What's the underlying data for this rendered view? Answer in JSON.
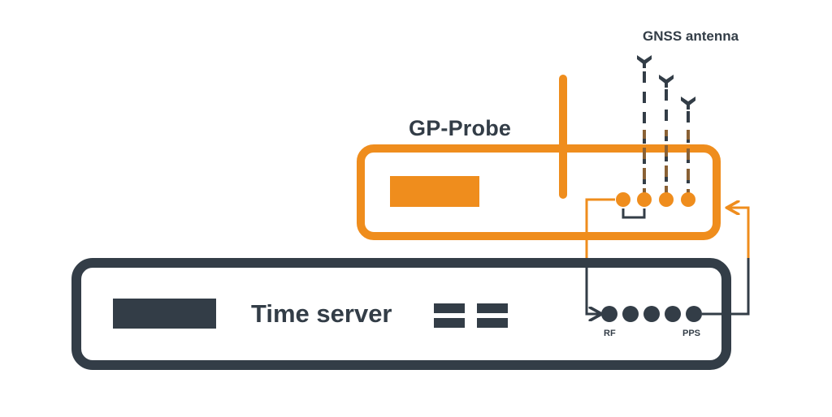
{
  "colors": {
    "probe_accent": "#ef8d1d",
    "server_dark": "#333d47",
    "cable_dashed": "#8a6135",
    "background": "#ffffff"
  },
  "probe": {
    "label": "GP-Probe",
    "display_icon": "display-rectangle",
    "port_count": 4
  },
  "server": {
    "label": "Time server",
    "display_icon": "display-rectangle",
    "vent_icon": "vent-slots",
    "port_count": 5,
    "ports": {
      "rf_label": "RF",
      "pps_label": "PPS"
    }
  },
  "antenna": {
    "label": "GNSS antenna",
    "count": 3
  }
}
